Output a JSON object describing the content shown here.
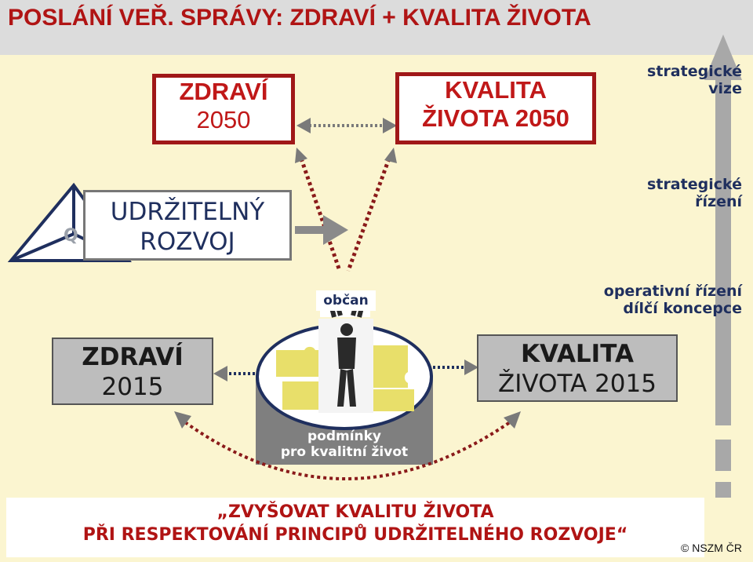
{
  "title": "POSLÁNÍ VEŘ. SPRÁVY: ZDRAVÍ + KVALITA ŽIVOTA",
  "boxes": {
    "health2050": {
      "line1": "ZDRAVÍ",
      "line2": "2050"
    },
    "quality2050": {
      "line1": "KVALITA",
      "line2": "ŽIVOTA 2050"
    },
    "sustainable": {
      "line1": "UDRŽITELNÝ",
      "line2": "ROZVOJ"
    },
    "health2015": {
      "line1": "ZDRAVÍ",
      "line2": "2015"
    },
    "quality2015": {
      "line1": "KVALITA",
      "line2": "ŽIVOTA 2015"
    }
  },
  "levels": {
    "vision": {
      "line1": "strategické",
      "line2": "vize"
    },
    "management": {
      "line1": "strategické",
      "line2": "řízení"
    },
    "operative": {
      "line1": "operativní řízení",
      "line2": "dílčí koncepce"
    }
  },
  "center": {
    "citizen": "občan",
    "conditions_line1": "podmínky",
    "conditions_line2": "pro kvalitní život"
  },
  "logo_letter": "Q",
  "bottom": {
    "line1": "„ZVYŠOVAT KVALITU ŽIVOTA",
    "line2": "PŘI RESPEKTOVÁNÍ PRINCIPŮ UDRŽITELNÉHO ROZVOJE“"
  },
  "footer": "© NSZM ČR",
  "colors": {
    "accent_red": "#b01414",
    "box_gray": "#bdbdbd",
    "navy": "#1f2f5e",
    "background": "#fbf5d0"
  }
}
